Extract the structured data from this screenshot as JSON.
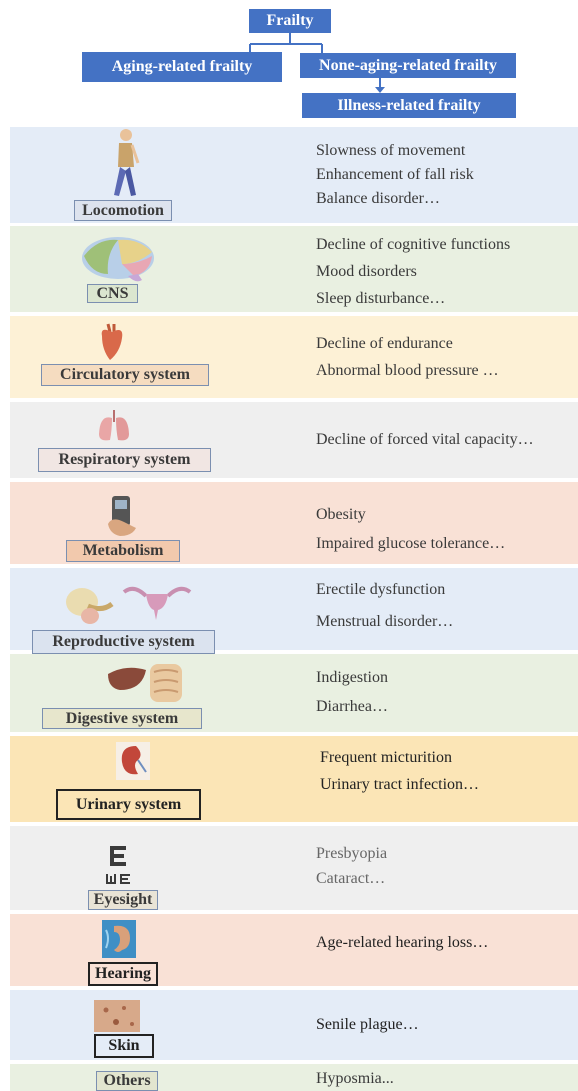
{
  "header": {
    "root": "Frailty",
    "aging": "Aging-related frailty",
    "nonaging": "None-aging-related frailty",
    "illness": "Illness-related frailty"
  },
  "colors": {
    "header_box": "#4472c4",
    "blue_band": "#e4ecf7",
    "green_band": "#e9f0e1",
    "yellow_band": "#fdf1d6",
    "gray_band": "#efefef",
    "peach_band": "#f9e1d6",
    "orange_band": "#fbe5b6"
  },
  "systems": [
    {
      "label": "Locomotion",
      "items": [
        "Slowness of movement",
        "Enhancement of fall risk",
        "Balance disorder…"
      ]
    },
    {
      "label": "CNS",
      "items": [
        "Decline of cognitive functions",
        "Mood disorders",
        "Sleep disturbance…"
      ]
    },
    {
      "label": "Circulatory system",
      "items": [
        "Decline of endurance",
        "Abnormal blood pressure …"
      ]
    },
    {
      "label": "Respiratory system",
      "items": [
        "Decline of forced vital capacity…"
      ]
    },
    {
      "label": "Metabolism",
      "items": [
        "Obesity",
        "Impaired glucose tolerance…"
      ]
    },
    {
      "label": "Reproductive system",
      "items": [
        "Erectile dysfunction",
        "Menstrual disorder…"
      ]
    },
    {
      "label": "Digestive system",
      "items": [
        "Indigestion",
        "Diarrhea…"
      ]
    },
    {
      "label": "Urinary system",
      "items": [
        "Frequent micturition",
        "Urinary tract infection…"
      ]
    },
    {
      "label": "Eyesight",
      "items": [
        "Presbyopia",
        "Cataract…"
      ]
    },
    {
      "label": "Hearing",
      "items": [
        "Age-related hearing loss…"
      ]
    },
    {
      "label": "Skin",
      "items": [
        "Senile plague…"
      ]
    },
    {
      "label": "Others",
      "items": [
        "Hyposmia..."
      ]
    }
  ]
}
